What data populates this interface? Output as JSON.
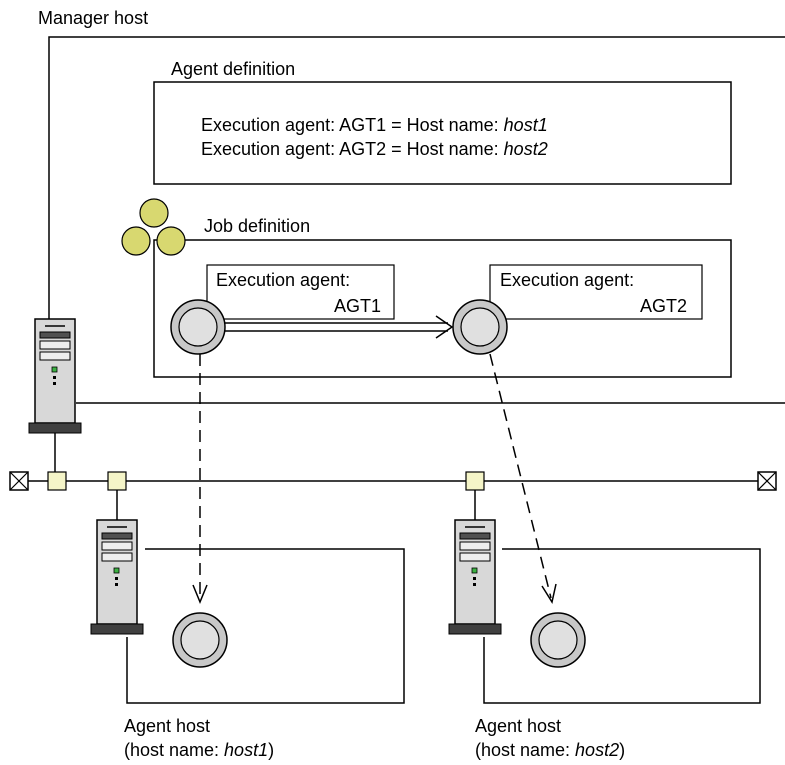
{
  "manager_host": {
    "label": "Manager host"
  },
  "agent_definition": {
    "title": "Agent definition",
    "lines": [
      {
        "prefix": "Execution agent: AGT1 = Host name: ",
        "host": "host1"
      },
      {
        "prefix": "Execution agent: AGT2 = Host name: ",
        "host": "host2"
      }
    ]
  },
  "job_definition": {
    "title": "Job definition",
    "jobs": [
      {
        "label": "Execution agent:",
        "agent": "AGT1"
      },
      {
        "label": "Execution agent:",
        "agent": "AGT2"
      }
    ]
  },
  "agent_hosts": [
    {
      "label": "Agent host",
      "sub_prefix": "(host name: ",
      "host": "host1",
      "sub_suffix": ")"
    },
    {
      "label": "Agent host",
      "sub_prefix": "(host name: ",
      "host": "host2",
      "sub_suffix": ")"
    }
  ],
  "colors": {
    "line": "#000000",
    "server_body": "#d8d8d8",
    "server_base": "#404040",
    "led": "#3cb043",
    "hub": "#f5f5c8",
    "unit_icon": "#d8d870",
    "job_icon": "#c8c8c8"
  }
}
